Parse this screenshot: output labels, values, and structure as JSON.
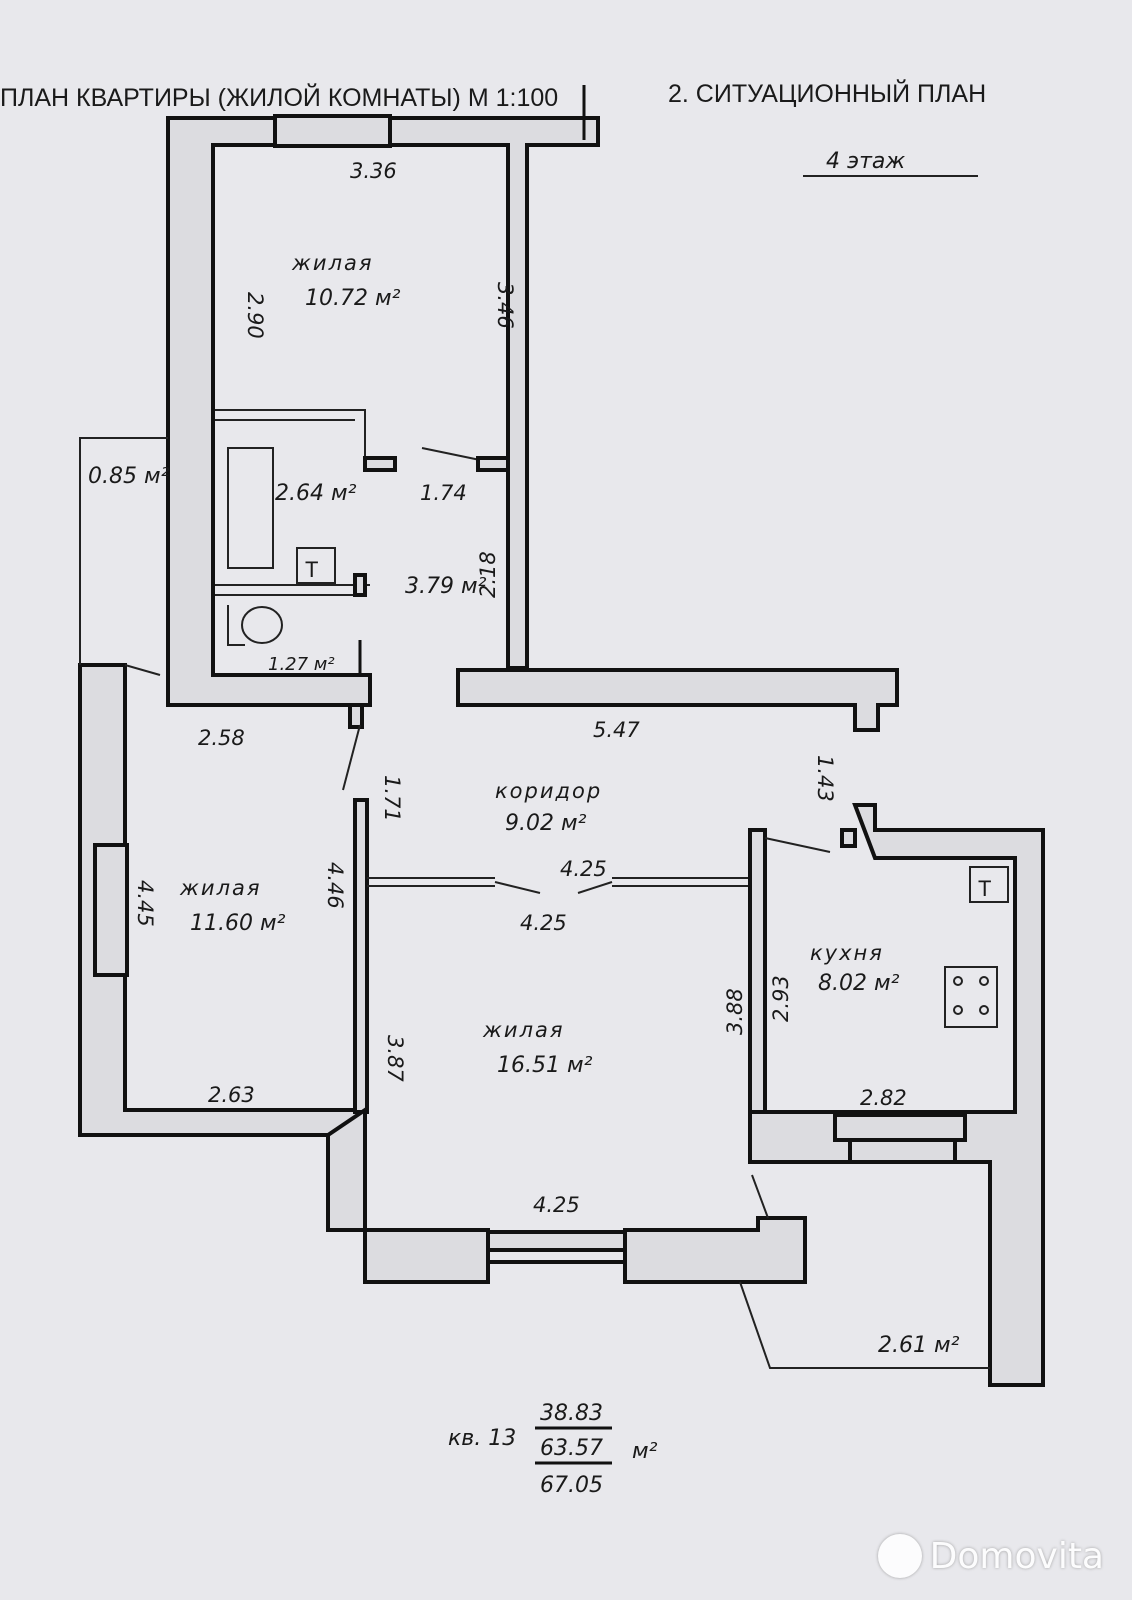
{
  "header": {
    "plan_title": "ПЛАН КВАРТИРЫ (ЖИЛОЙ КОМНАТЫ) М 1:100",
    "situation_title": "2. СИТУАЦИОННЫЙ ПЛАН",
    "floor": "4 этаж"
  },
  "rooms": {
    "top_living": {
      "label": "жилая",
      "area": "10.72 м²",
      "dim_top": "3.36",
      "dim_left": "2.90",
      "dim_right": "3.46"
    },
    "bathroom": {
      "area": "2.64 м²"
    },
    "toilet": {
      "area": "1.27 м²"
    },
    "hall": {
      "area": "3.79 м²",
      "dim_w": "1.74",
      "dim_h": "2.18"
    },
    "balcony_left": {
      "area": "0.85 м²"
    },
    "corridor": {
      "label": "коридор",
      "area": "9.02 м²",
      "dim_top": "5.47",
      "dim_left": "1.71",
      "dim_right": "1.43",
      "dim_bottom": "4.25"
    },
    "left_living": {
      "label": "жилая",
      "area": "11.60 м²",
      "dim_top": "2.58",
      "dim_left": "4.45",
      "dim_right": "4.46",
      "dim_bottom": "2.63"
    },
    "main_living": {
      "label": "жилая",
      "area": "16.51 м²",
      "dim_top": "4.25",
      "dim_left": "3.87",
      "dim_right": "3.88",
      "dim_bottom": "4.25"
    },
    "kitchen": {
      "label": "кухня",
      "area": "8.02 м²",
      "dim_left": "2.93",
      "dim_bottom": "2.82"
    },
    "balcony_right": {
      "area": "2.61 м²"
    }
  },
  "summary": {
    "apartment": "кв. 13",
    "living_area": "38.83",
    "total_area": "63.57",
    "full_area": "67.05",
    "unit": "м²"
  },
  "watermark": "Domovita"
}
